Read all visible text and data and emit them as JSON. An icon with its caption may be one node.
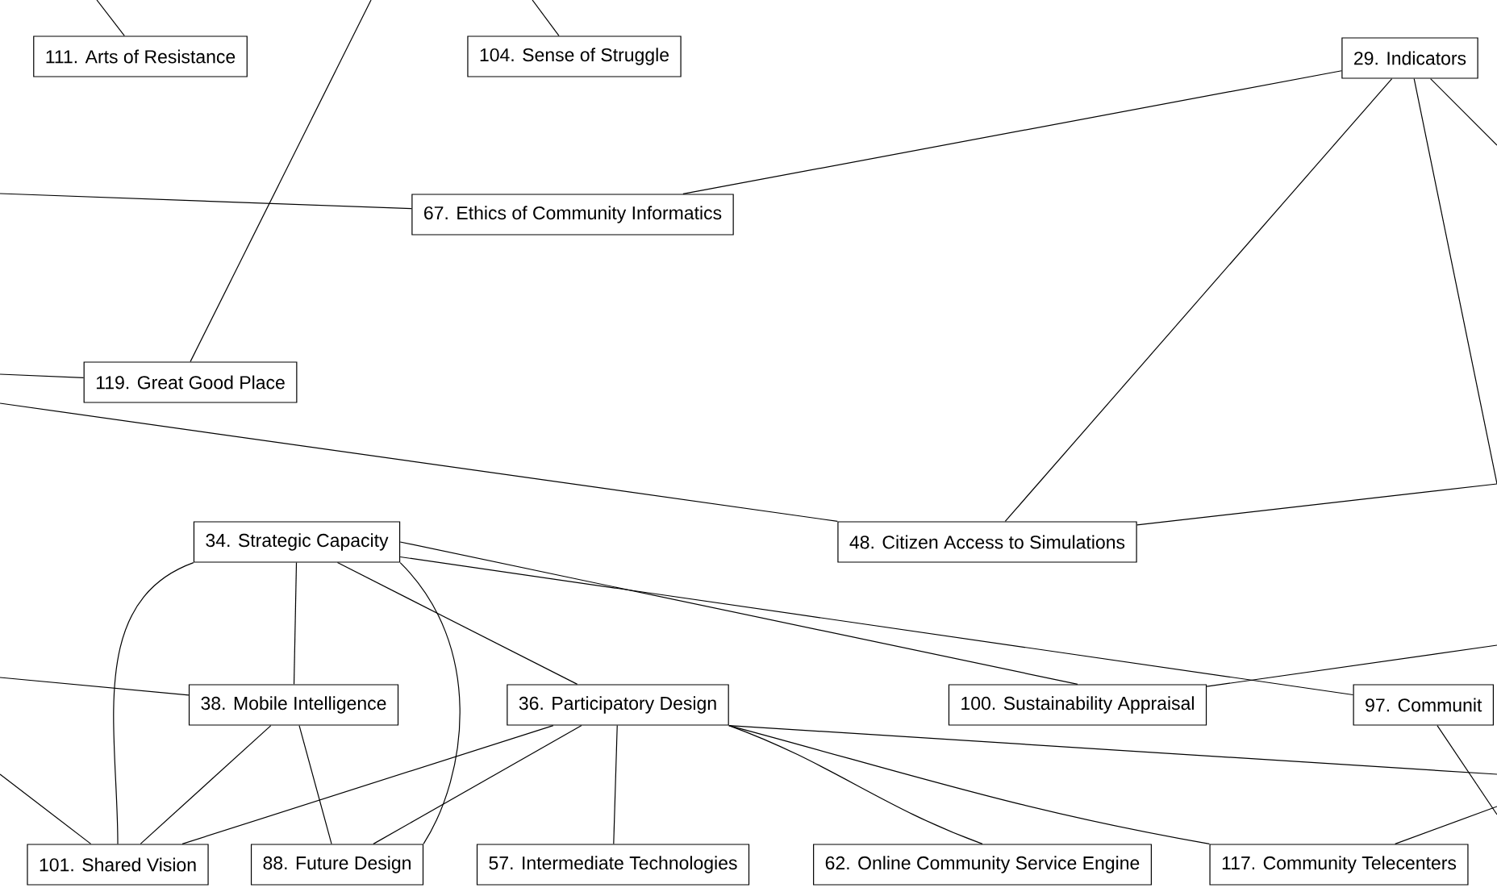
{
  "diagram": {
    "nodes": [
      {
        "text": [
          "111. Arts of Resistance"
        ]
      },
      {
        "text": [
          "104. Sense of Struggle"
        ]
      },
      {
        "text": [
          "29. Indicators"
        ]
      },
      {
        "text": [
          "67. Ethics of Community Informatics"
        ]
      },
      {
        "text": [
          "119. Great Good Place"
        ]
      },
      {
        "text": [
          "34. Strategic Capacity"
        ]
      },
      {
        "text": [
          "48. Citizen Access to Simulations"
        ]
      },
      {
        "text": [
          "38. Mobile Intelligence"
        ]
      },
      {
        "text": [
          "36. Participatory Design"
        ]
      },
      {
        "text": [
          "100. Sustainability Appraisal"
        ]
      },
      {
        "text": [
          "97. Communit"
        ]
      },
      {
        "text": [
          "101. Shared Vision"
        ]
      },
      {
        "text": [
          "88. Future Design"
        ]
      },
      {
        "text": [
          "57. Intermediate Technologies"
        ]
      },
      {
        "text": [
          "62. Online Community Service Engine"
        ]
      },
      {
        "text": [
          "117. Community Telecenters"
        ]
      }
    ],
    "edges": [
      {
        "from": 5,
        "to": 7,
        "arrow": "none"
      },
      {
        "from": 5,
        "to": 11,
        "arrow": "none"
      },
      {
        "from": 5,
        "to": 12,
        "arrow": "none"
      },
      {
        "from": 7,
        "to": 11,
        "arrow": "none"
      },
      {
        "from": 7,
        "to": 12,
        "arrow": "none"
      },
      {
        "from": 8,
        "to": 12,
        "arrow": "none"
      },
      {
        "from": 8,
        "to": 11,
        "arrow": "none"
      },
      {
        "from": 8,
        "to": 13,
        "arrow": "none"
      },
      {
        "from": 8,
        "to": 14,
        "arrow": "none"
      },
      {
        "from": 8,
        "to": 15,
        "arrow": "none"
      },
      {
        "from": 5,
        "to": 8,
        "arrow": "none"
      },
      {
        "from": 5,
        "to": 9,
        "arrow": "none"
      },
      {
        "from": 2,
        "to": 3,
        "arrow": "none"
      },
      {
        "from": 2,
        "to": 6,
        "arrow": "none"
      },
      {
        "from": 5,
        "to": 10,
        "arrow": "none"
      },
      {
        "from": 0,
        "to": null,
        "arrow": "none"
      },
      {
        "from": 1,
        "to": null,
        "arrow": "none"
      },
      {
        "from": 4,
        "to": null,
        "arrow": "none"
      },
      {
        "from": 4,
        "to": null,
        "arrow": "none"
      },
      {
        "from": 2,
        "to": null,
        "arrow": "none"
      },
      {
        "from": 10,
        "to": null,
        "arrow": "none"
      },
      {
        "from": 3,
        "to": null,
        "arrow": "none"
      },
      {
        "from": 6,
        "to": null,
        "arrow": "none"
      },
      {
        "from": 9,
        "to": null,
        "arrow": "none"
      },
      {
        "from": 11,
        "to": null,
        "arrow": "none"
      },
      {
        "from": 15,
        "to": null,
        "arrow": "none"
      },
      {
        "from": 2,
        "to": null,
        "arrow": "none"
      },
      {
        "from": 7,
        "to": null,
        "arrow": "none"
      },
      {
        "from": 6,
        "to": null,
        "arrow": "none"
      },
      {
        "from": 8,
        "to": null,
        "arrow": "none"
      }
    ]
  }
}
